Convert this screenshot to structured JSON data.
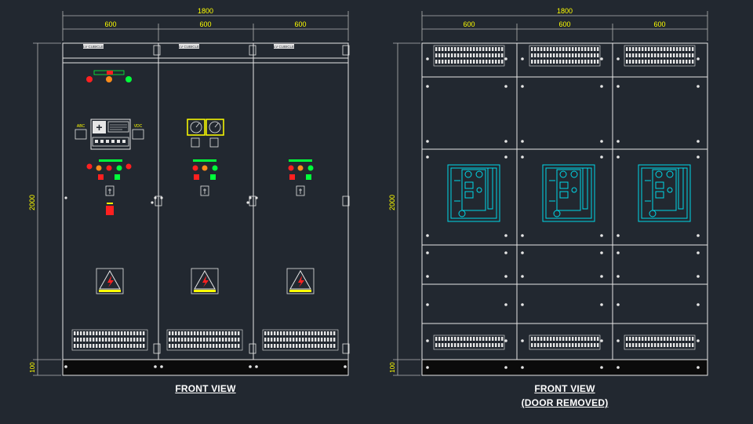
{
  "colors": {
    "background": "#222830",
    "outline": "#e6e6e6",
    "dimension": "#b5b5b5",
    "dim_text": "#ffff00",
    "accent_yellow": "#ffff00",
    "accent_green": "#00ff3a",
    "accent_red": "#ff2020",
    "accent_orange": "#ff8c1a",
    "breaker_cyan": "#00d8e8"
  },
  "left_view": {
    "caption": "FRONT VIEW",
    "total_width_dim": "1800",
    "panel_width_dims": [
      "600",
      "600",
      "600"
    ],
    "height_dim": "2000",
    "base_dim": "100",
    "panels": [
      {
        "header": "LV CUBICLE",
        "has_meter_box": true,
        "side_labels": [
          "ABC",
          "VDC"
        ]
      },
      {
        "header": "LV CUBICLE",
        "has_meter_box": false
      },
      {
        "header": "LV CUBICLE",
        "has_meter_box": false
      }
    ]
  },
  "right_view": {
    "caption_line1": "FRONT VIEW",
    "caption_line2": "(DOOR REMOVED)",
    "total_width_dim": "1800",
    "panel_width_dims": [
      "600",
      "600",
      "600"
    ],
    "height_dim": "2000",
    "base_dim": "100"
  }
}
